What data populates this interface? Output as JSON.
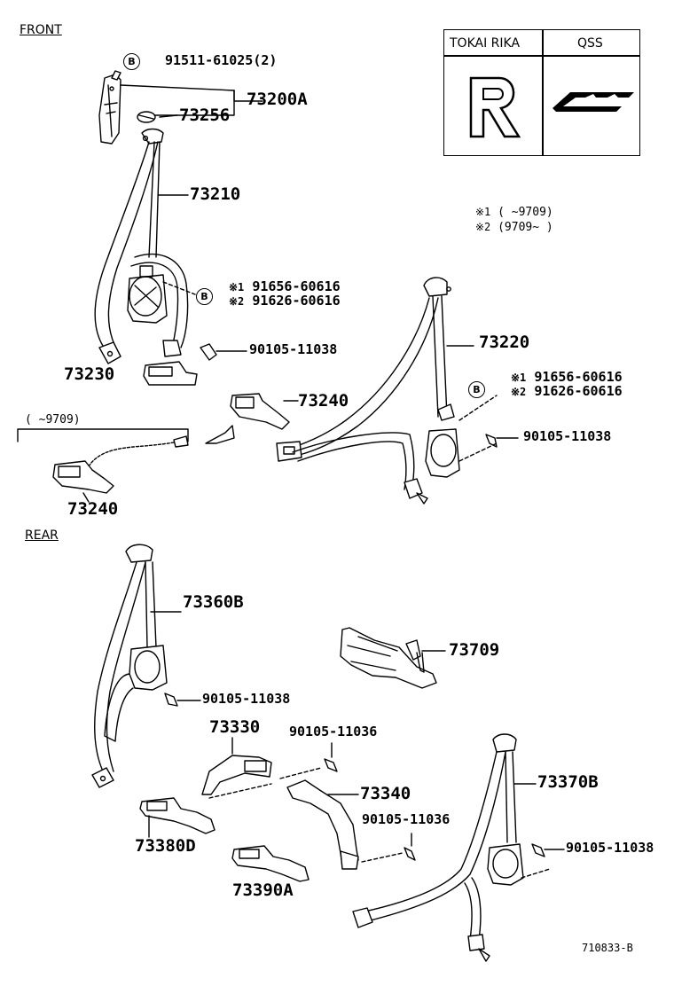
{
  "sections": {
    "front": "FRONT",
    "rear": "REAR"
  },
  "brand_table": {
    "col1": "TOKAI RIKA",
    "col2": "QSS",
    "logo1": "R",
    "logo2": "QSS"
  },
  "notes": {
    "mark": "B",
    "note1_marker": "※1",
    "note1_text": "(     ~9709)",
    "note2_marker": "※2",
    "note2_text": "(9709~     )",
    "range_front": "(     ~9709)"
  },
  "parts": {
    "p91511": "91511-61025(2)",
    "p73200A": "73200A",
    "p73256": "73256",
    "p73210": "73210",
    "front_left_note1": "91656-60616",
    "front_left_note2": "91626-60616",
    "p90105_11038_a": "90105-11038",
    "p73230": "73230",
    "p73240_a": "73240",
    "p73240_b": "73240",
    "p73220": "73220",
    "front_right_note1": "91656-60616",
    "front_right_note2": "91626-60616",
    "p90105_11038_b": "90105-11038",
    "p73360B": "73360B",
    "p90105_11038_c": "90105-11038",
    "p73709": "73709",
    "p73330": "73330",
    "p90105_11036_a": "90105-11036",
    "p73340": "73340",
    "p90105_11036_b": "90105-11036",
    "p73370B": "73370B",
    "p90105_11038_d": "90105-11038",
    "p73380D": "73380D",
    "p73390A": "73390A"
  },
  "footer_code": "710833-B"
}
